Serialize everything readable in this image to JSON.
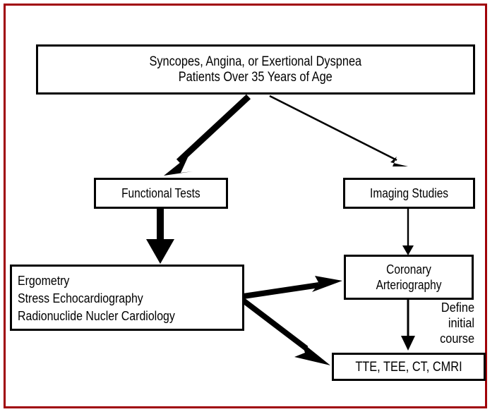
{
  "figure": {
    "type": "clinical-diagnostic-flowchart",
    "border_color": "#a00008",
    "line_color": "#000000",
    "background_color": "#ffffff"
  },
  "nodes": {
    "presentation": {
      "name": "presentation",
      "lines": [
        "Syncopes, Angina, or Exertional Dyspnea",
        "Patients Over 35 Years of Age"
      ]
    },
    "functional_tests": {
      "name": "functional-tests",
      "lines": [
        "Functional Tests"
      ]
    },
    "imaging_studies": {
      "name": "imaging-studies",
      "lines": [
        "Imaging Studies"
      ]
    },
    "functional_modalities": {
      "name": "functional-modalities",
      "lines": [
        "Ergometry",
        "Stress Echocardiography",
        "Radionuclide Nucler Cardiology"
      ]
    },
    "coronary_arteriography": {
      "name": "coronary-arteriography",
      "lines": [
        "Coronary",
        "Arteriography"
      ]
    },
    "imaging_modalities": {
      "name": "imaging-modalities",
      "lines": [
        "TTE, TEE, CT, CMRI"
      ]
    }
  },
  "edge_labels": {
    "define_initial_course": {
      "lines": [
        "Define",
        "initial",
        "course"
      ]
    }
  },
  "edges": [
    {
      "from": "presentation",
      "to": "functional-tests",
      "weight": "thick"
    },
    {
      "from": "presentation",
      "to": "imaging-studies",
      "weight": "thin"
    },
    {
      "from": "functional-tests",
      "to": "functional-modalities",
      "weight": "thick"
    },
    {
      "from": "imaging-studies",
      "to": "coronary-arteriography",
      "weight": "thin"
    },
    {
      "from": "functional-modalities",
      "to": "coronary-arteriography",
      "weight": "thick"
    },
    {
      "from": "functional-modalities",
      "to": "imaging-modalities",
      "weight": "thick"
    },
    {
      "from": "coronary-arteriography",
      "to": "imaging-modalities",
      "weight": "thin",
      "label": "Define initial course"
    }
  ]
}
